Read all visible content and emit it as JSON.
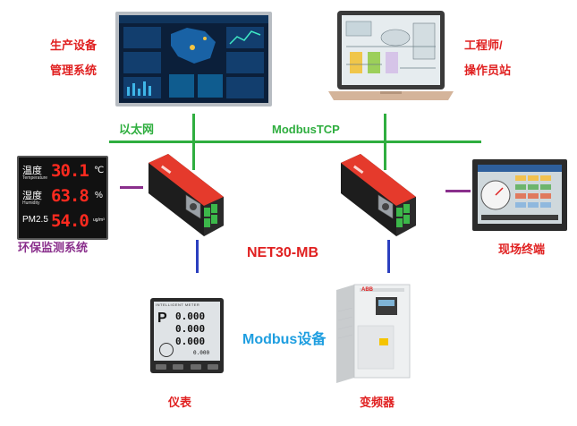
{
  "labels": {
    "production": [
      "生产设备",
      "管理系统"
    ],
    "engineer": [
      "工程师/",
      "操作员站"
    ],
    "ethernet": "以太网",
    "protocol": "ModbusTCP",
    "env_monitor": "环保监测系统",
    "field_terminal": "现场终端",
    "gateway_model": "NET30-MB",
    "modbus_devices": "Modbus设备",
    "meter": "仪表",
    "inverter": "变频器"
  },
  "env_display": {
    "rows": [
      {
        "label": "温度",
        "sub": "Temperature",
        "value": "30.1",
        "unit": "℃"
      },
      {
        "label": "湿度",
        "sub": "Humidity",
        "value": "63.8",
        "unit": "%"
      },
      {
        "label": "PM2.5",
        "sub": "",
        "value": "54.0",
        "unit": "ug/m³"
      }
    ]
  },
  "meter_display": {
    "header": "INTELLIGENT METER",
    "mode": "P",
    "readings": [
      "0.000",
      "0.000",
      "0.000",
      "0.000"
    ]
  },
  "inverter_brand": "ABB",
  "colors": {
    "green_line": "#2fae3f",
    "purple_line": "#8a2f8c",
    "blue_line": "#2b3fbf",
    "red_text": "#e02020",
    "cyan_text": "#1e9ee0"
  }
}
